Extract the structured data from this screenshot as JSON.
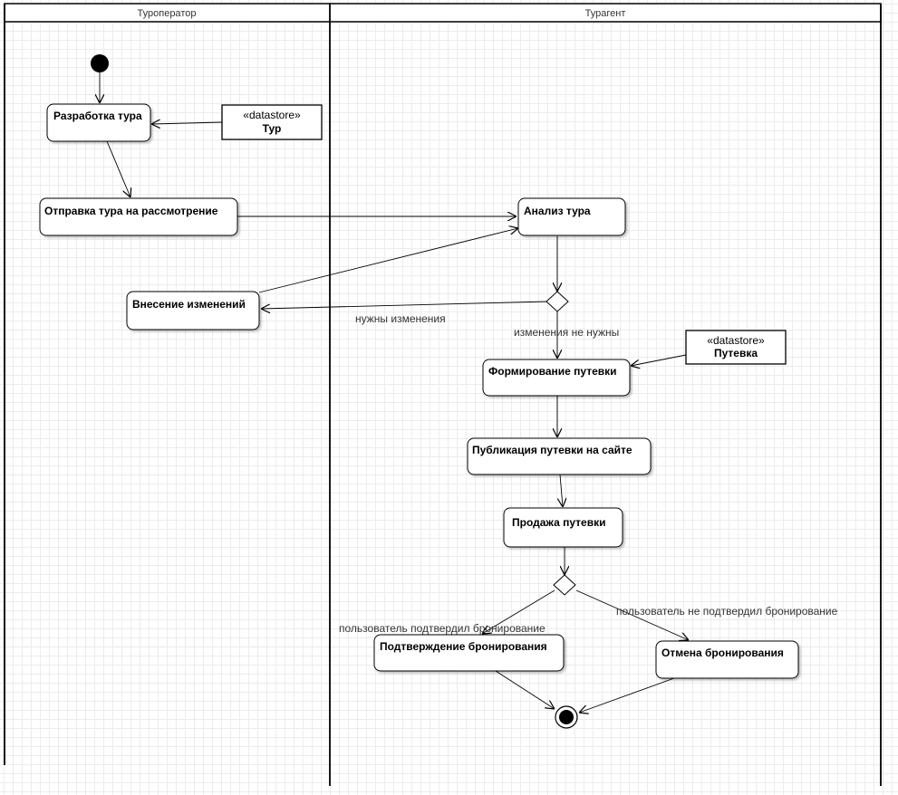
{
  "swimlanes": {
    "left": {
      "title": "Туроператор"
    },
    "right": {
      "title": "Турагент"
    }
  },
  "nodes": {
    "develop_tour": "Разработка тура",
    "send_tour": "Отправка тура на рассмотрение",
    "make_changes": "Внесение изменений",
    "analyze_tour": "Анализ тура",
    "form_voucher": "Формирование путевки",
    "publish_voucher": "Публикация путевки на сайте",
    "sell_voucher": "Продажа путевки",
    "confirm_booking": "Подтверждение бронирования",
    "cancel_booking": "Отмена бронирования"
  },
  "datastores": {
    "tour": {
      "stereotype": "«datastore»",
      "name": "Тур"
    },
    "voucher": {
      "stereotype": "«datastore»",
      "name": "Путевка"
    }
  },
  "edge_labels": {
    "changes_needed": "нужны изменения",
    "changes_not_needed": "изменения не нужны",
    "user_confirmed": "пользователь подтвердил бронирование",
    "user_not_confirmed": "пользователь не подтвердил бронирование"
  },
  "colors": {
    "stroke": "#000000",
    "background": "#ffffff",
    "grid": "#ececec"
  }
}
